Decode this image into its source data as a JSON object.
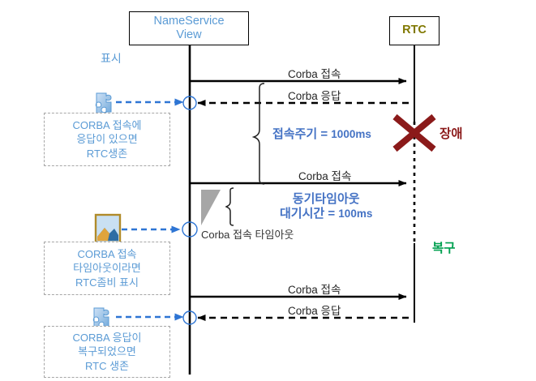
{
  "diagram": {
    "title": "CORBA NameService RTC sequence diagram",
    "colors": {
      "lifeline_title": "#5b9bd5",
      "rtc_title": "#807800",
      "note_text": "#5b9bd5",
      "annotation_blue": "#4472c4",
      "failure_red": "#8b1a1a",
      "recovery_green": "#00a050",
      "message_text": "#262626",
      "note_border": "#a6a6a6",
      "connector_blue": "#2e75d4"
    }
  },
  "lifelines": [
    {
      "id": "nameservice",
      "label_line1": "NameService",
      "label_line2": "View"
    },
    {
      "id": "rtc",
      "label": "RTC"
    }
  ],
  "messages": [
    {
      "id": "m1",
      "label": "Corba 접속",
      "kind": "call"
    },
    {
      "id": "m2",
      "label": "Corba 응답",
      "kind": "return"
    },
    {
      "id": "m3",
      "label": "Corba 접속",
      "kind": "call"
    },
    {
      "id": "m4",
      "label": "Corba 접속",
      "kind": "call"
    },
    {
      "id": "m5",
      "label": "Corba 응답",
      "kind": "return"
    }
  ],
  "annotations": {
    "display_label": "표시",
    "interval": {
      "text": "접속주기 = ",
      "value": "1000ms"
    },
    "timeout": {
      "line1": "동기타임아웃",
      "line2": "대기시간 = ",
      "value": "100ms"
    },
    "timeout_caption": "Corba 접속 타임아웃",
    "failure_label": "장애",
    "recovery_label": "복구"
  },
  "notes": [
    {
      "id": "note-alive",
      "lines": [
        "CORBA 접속에",
        "응답이 있으면",
        "RTC생존"
      ],
      "icon": "puzzle-piece-icon"
    },
    {
      "id": "note-zombie",
      "lines": [
        "CORBA 접속",
        "타임아웃이라면",
        "RTC좀비 표시"
      ],
      "icon": "picture-icon"
    },
    {
      "id": "note-recovered",
      "lines": [
        "CORBA 응답이",
        "복구되었으면",
        "RTC 생존"
      ],
      "icon": "puzzle-piece-icon"
    }
  ]
}
